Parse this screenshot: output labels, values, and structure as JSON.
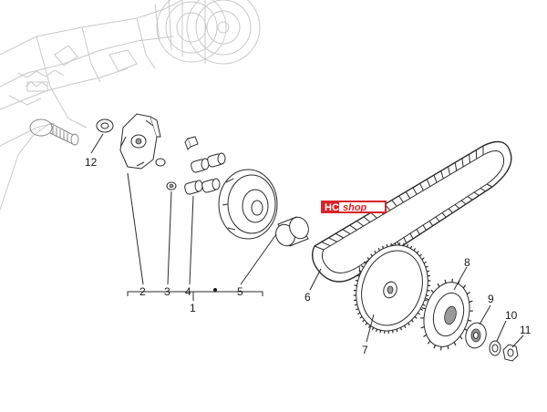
{
  "diagram": {
    "part_labels": [
      "1",
      "2",
      "3",
      "4",
      "5",
      "6",
      "7",
      "8",
      "9",
      "10",
      "11",
      "12"
    ]
  },
  "logo": {
    "hc": "HC",
    "shop": "shop",
    "colors": {
      "primary": "#d8232a",
      "secondary": "#ffffff"
    }
  }
}
